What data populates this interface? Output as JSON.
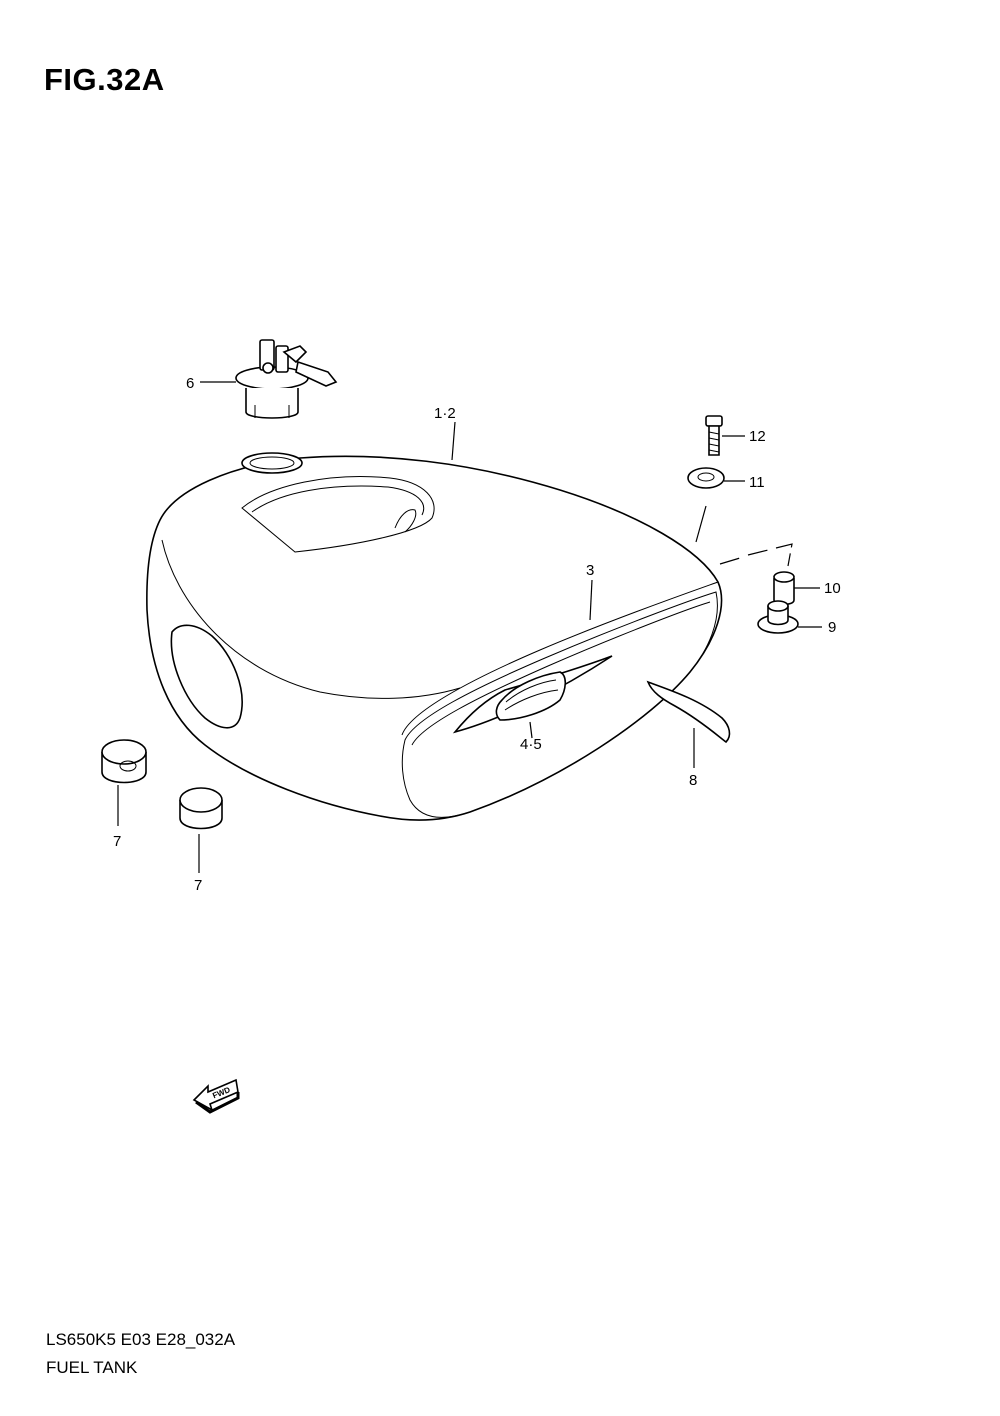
{
  "figure": {
    "title": "FIG.32A",
    "code": "LS650K5 E03 E28_032A",
    "name": "FUEL TANK"
  },
  "callouts": {
    "c6": "6",
    "c12": "1·2",
    "c3": "3",
    "c12b": "12",
    "c11": "11",
    "c10": "10",
    "c9": "9",
    "c45": "4·5",
    "c8": "8",
    "c7a": "7",
    "c7b": "7"
  },
  "fwd_label": "FWD"
}
